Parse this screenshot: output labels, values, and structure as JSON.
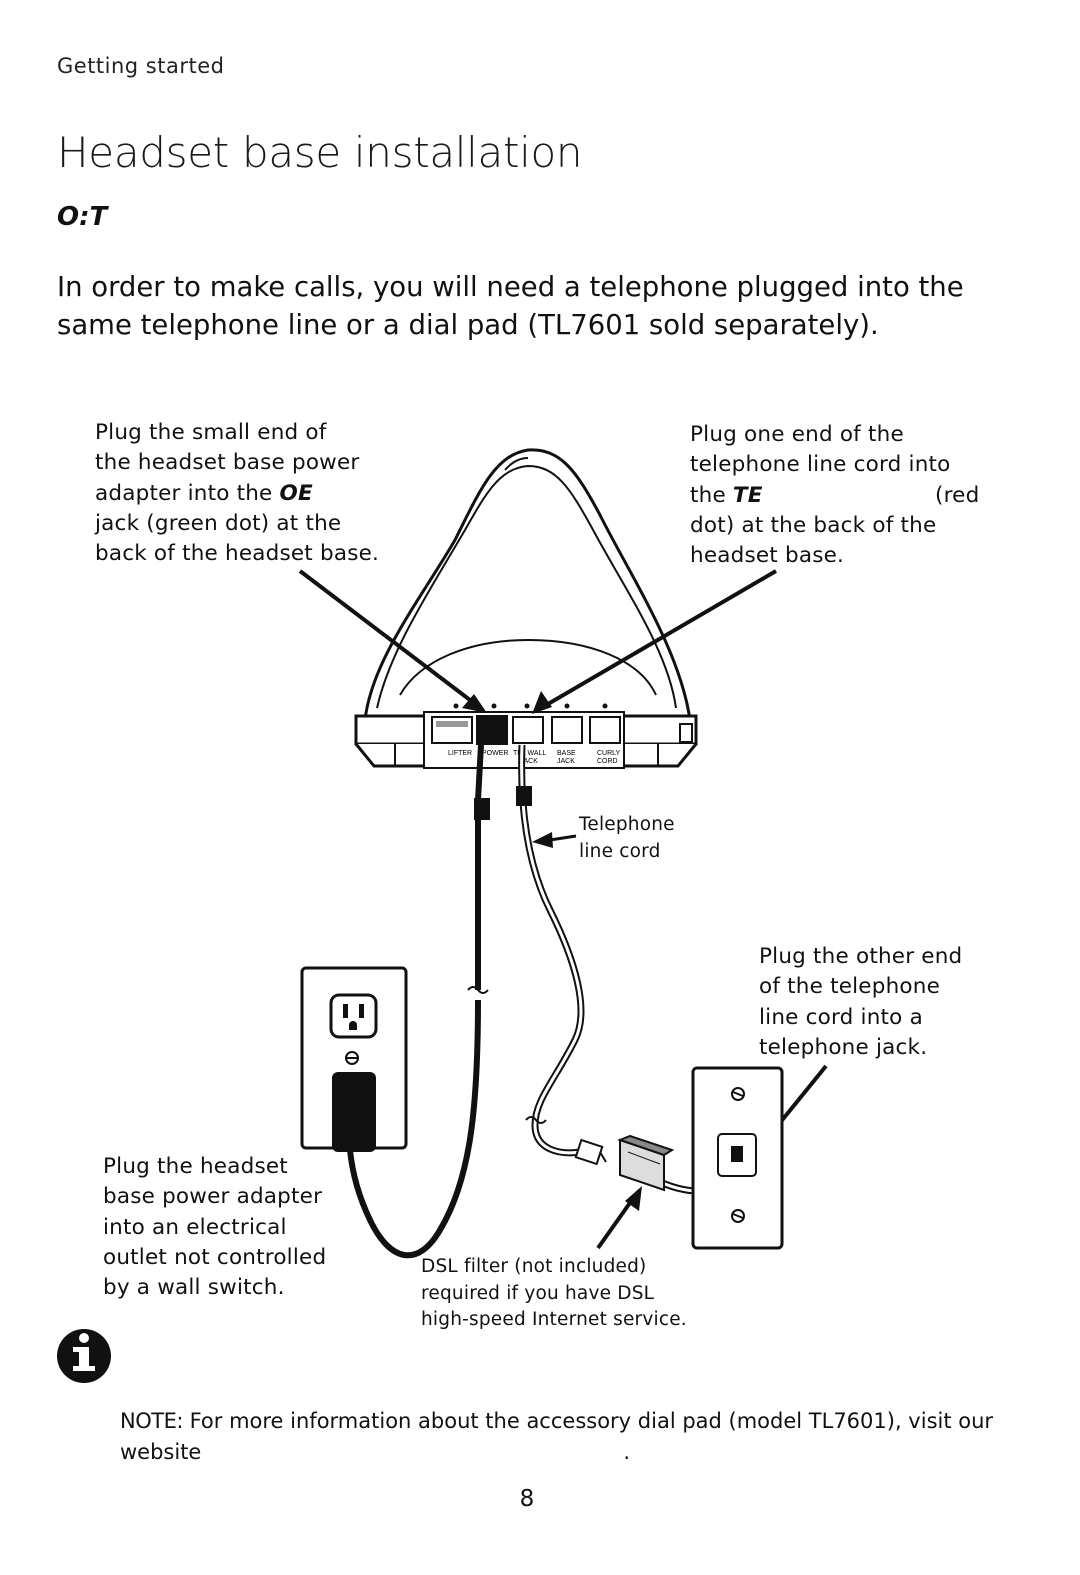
{
  "header": {
    "section": "Getting started"
  },
  "title": "Headset base installation",
  "subheading": "O:T",
  "intro": "In order to make calls, you will need a telephone plugged into the same telephone line or a dial pad (TL7601 sold separately).",
  "callouts": {
    "power_jack": {
      "line1": "Plug the small end of",
      "line2": "the headset base power",
      "line3_prefix": "adapter into the ",
      "line3_bold": "OE",
      "line4": "jack (green dot) at the",
      "line5": "back of the headset base."
    },
    "tel_jack": {
      "line1": "Plug one end of the",
      "line2": "telephone line cord into",
      "line3_prefix": "the ",
      "line3_bold": "TE",
      "line3_suffix": "(red",
      "line4": "dot) at the back of the",
      "line5": "headset base."
    },
    "line_cord": {
      "line1": "Telephone",
      "line2": "line cord"
    },
    "wall_jack": {
      "line1": "Plug the other end",
      "line2": "of the telephone",
      "line3": "line cord into a",
      "line4": "telephone jack."
    },
    "outlet": {
      "line1": "Plug the headset",
      "line2": "base power adapter",
      "line3": "into an electrical",
      "line4": "outlet not controlled",
      "line5": "by a wall switch."
    },
    "dsl": {
      "line1": "DSL filter (not included)",
      "line2": "required if you have DSL",
      "line3": "high-speed Internet service."
    }
  },
  "base_labels": {
    "lifter": "LIFTER",
    "power": "POWER",
    "tel_wall_1": "TEL WALL",
    "tel_wall_2": "JACK",
    "base_1": "BASE",
    "base_2": "JACK",
    "curly_1": "CURLY",
    "curly_2": "CORD"
  },
  "note": {
    "label": "NOTE:",
    "text": " For more information about the accessory dial pad (model TL7601), visit our website",
    "end": "."
  },
  "page_number": "8",
  "icons": {
    "info": "info-icon"
  }
}
